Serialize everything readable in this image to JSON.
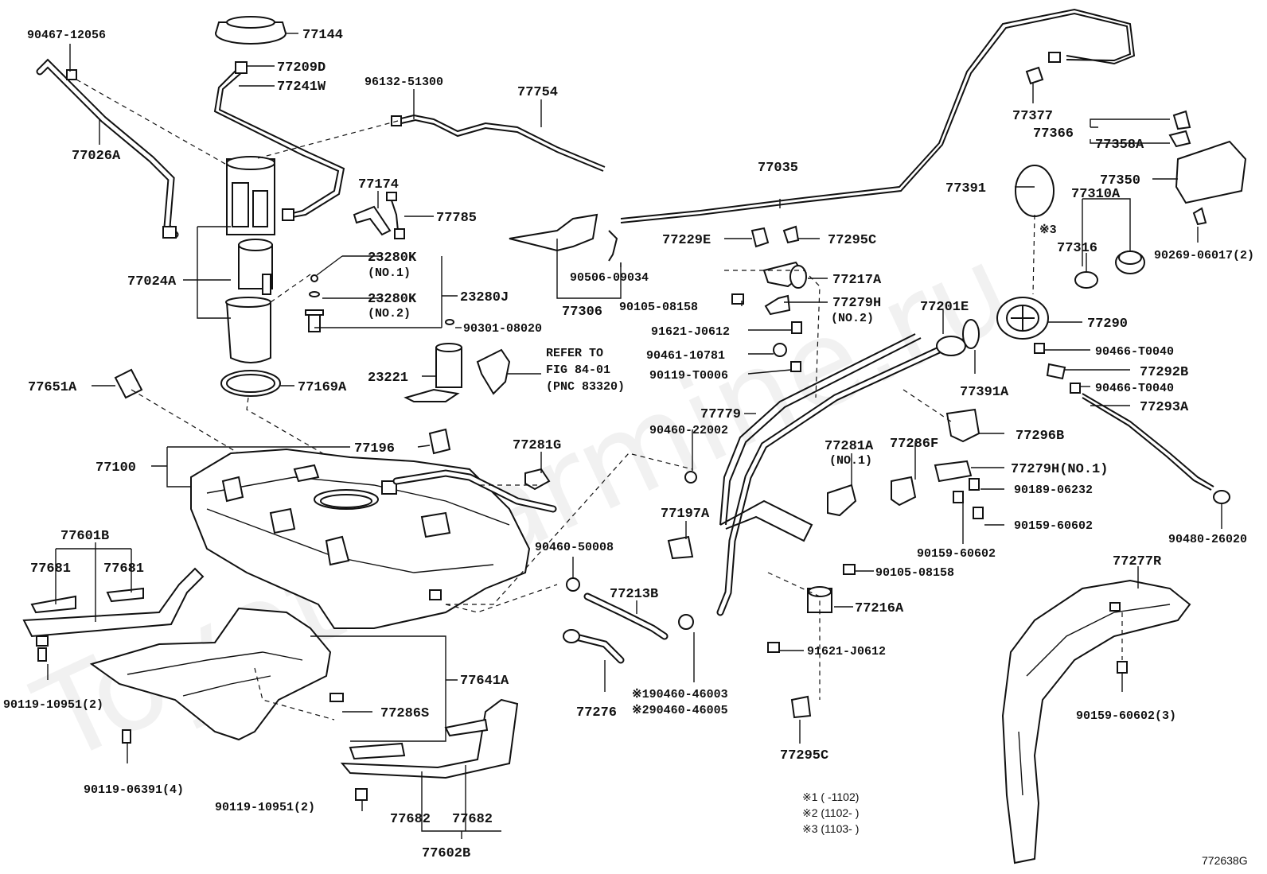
{
  "watermark": "ToyotaCarmine.ru",
  "diagram_id": "772638G",
  "notes": [
    "※1 (     -1102)",
    "※2 (1102-     )",
    "※3 (1103-     )"
  ],
  "refer": [
    "REFER TO",
    "FIG 84-01",
    "(PNC 83320)"
  ],
  "labels": {
    "p90467_12056": "90467-12056",
    "p77144": "77144",
    "p77209D": "77209D",
    "p77241W": "77241W",
    "p96132_51300": "96132-51300",
    "p77754": "77754",
    "p77026A": "77026A",
    "p77174": "77174",
    "p77785": "77785",
    "p23280K_1": "23280K",
    "p23280K_1n": "(NO.1)",
    "p23280K_2": "23280K",
    "p23280K_2n": "(NO.2)",
    "p23280J": "23280J",
    "p77024A": "77024A",
    "p90301_08020": "90301-08020",
    "p23221": "23221",
    "p77651A": "77651A",
    "p77169A": "77169A",
    "p77196": "77196",
    "p77281G": "77281G",
    "p77100": "77100",
    "p77601B": "77601B",
    "p77681a": "77681",
    "p77681b": "77681",
    "p90460_50008": "90460-50008",
    "p77213B": "77213B",
    "p77641A": "77641A",
    "p77286S": "77286S",
    "p90119_10951a": "90119-10951(2)",
    "p90119_06391": "90119-06391(4)",
    "p90119_10951b": "90119-10951(2)",
    "p77682a": "77682",
    "p77682b": "77682",
    "p77602B": "77602B",
    "p77276": "77276",
    "p90460_46003": "※190460-46003",
    "p90460_46005": "※290460-46005",
    "p77035": "77035",
    "p77306": "77306",
    "p90506_09034": "90506-09034",
    "p77229E": "77229E",
    "p77295C_a": "77295C",
    "p77217A": "77217A",
    "p90105_08158a": "90105-08158",
    "p77279H_2": "77279H",
    "p77279H_2n": "(NO.2)",
    "p91621_J0612a": "91621-J0612",
    "p90461_10781": "90461-10781",
    "p90119_T0006": "90119-T0006",
    "p77779": "77779",
    "p90460_22002": "90460-22002",
    "p77197A": "77197A",
    "p77281A": "77281A",
    "p77281An": "(NO.1)",
    "p77286F": "77286F",
    "p77201E": "77201E",
    "p77391A": "77391A",
    "p77296B": "77296B",
    "p77279H_1": "77279H(NO.1)",
    "p90189_06232": "90189-06232",
    "p90159_60602a": "90159-60602",
    "p90159_60602b": "90159-60602",
    "p90105_08158b": "90105-08158",
    "p77216A": "77216A",
    "p91621_J0612b": "91621-J0612",
    "p77295C_b": "77295C",
    "p77377": "77377",
    "p77366": "77366",
    "p77358A": "77358A",
    "p77350": "77350",
    "p77391": "77391",
    "p77310A": "77310A",
    "p3mark": "※3",
    "p77316": "77316",
    "p90269_06017": "90269-06017(2)",
    "p77290": "77290",
    "p90466_T0040a": "90466-T0040",
    "p77292B": "77292B",
    "p90466_T0040b": "90466-T0040",
    "p77293A": "77293A",
    "p90480_26020": "90480-26020",
    "p77277R": "77277R",
    "p90159_60602c": "90159-60602(3)"
  }
}
